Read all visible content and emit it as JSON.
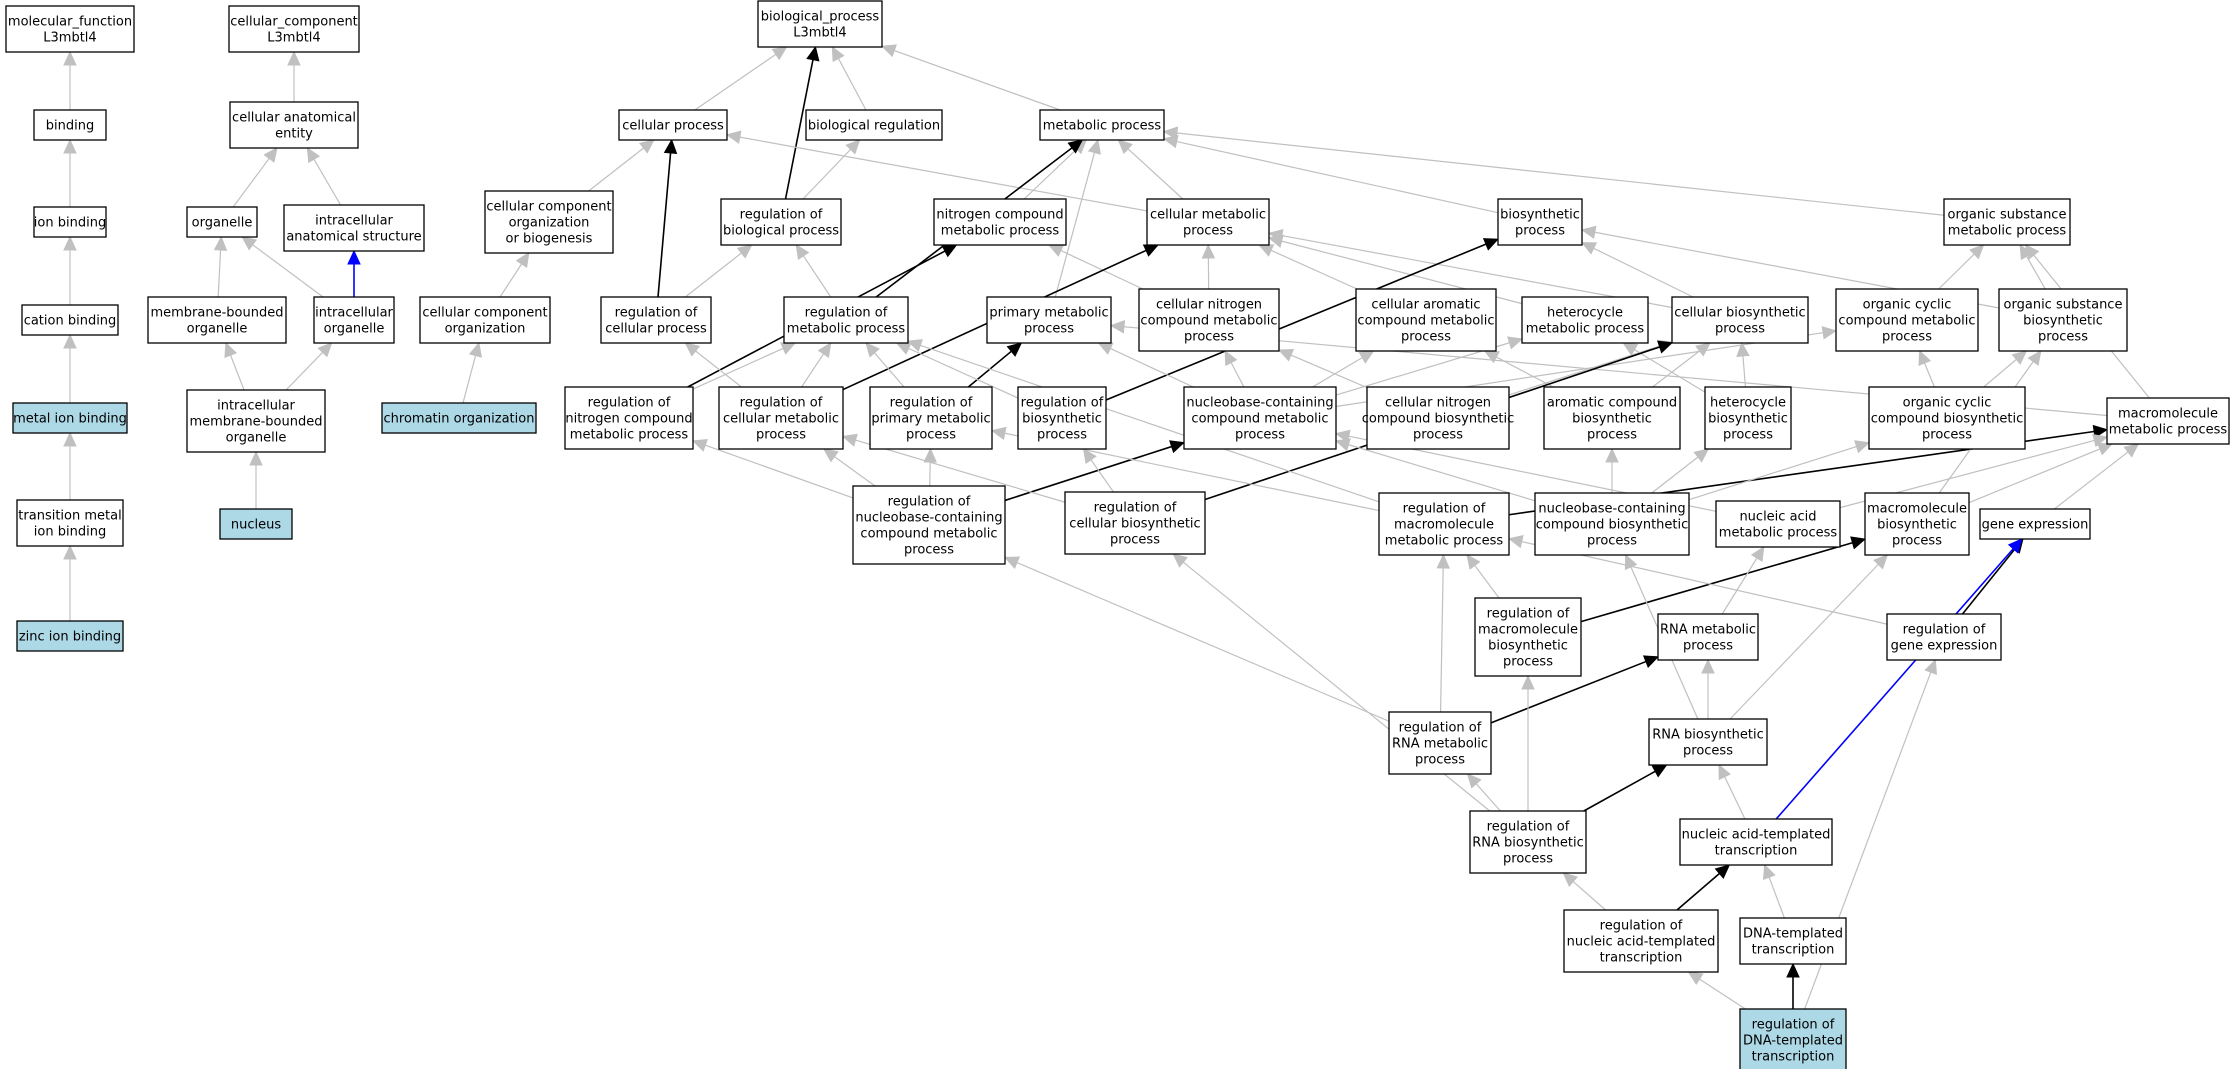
{
  "colors": {
    "node_fill": "#ffffff",
    "node_highlight_fill": "#add8e6",
    "node_stroke": "#000000",
    "edge_is_a": "#c0c0c0",
    "edge_regulates": "#000000",
    "edge_part_of": "#0000ff"
  },
  "nodes": [
    {
      "id": "mf",
      "lines": [
        "molecular_function",
        "L3mbtl4"
      ]
    },
    {
      "id": "binding",
      "lines": [
        "binding"
      ]
    },
    {
      "id": "ionbind",
      "lines": [
        "ion binding"
      ]
    },
    {
      "id": "cationbind",
      "lines": [
        "cation binding"
      ]
    },
    {
      "id": "metalion",
      "lines": [
        "metal ion binding"
      ],
      "highlight": true
    },
    {
      "id": "transmetal",
      "lines": [
        "transition metal",
        "ion binding"
      ]
    },
    {
      "id": "zinc",
      "lines": [
        "zinc ion binding"
      ],
      "highlight": true
    },
    {
      "id": "cc",
      "lines": [
        "cellular_component",
        "L3mbtl4"
      ]
    },
    {
      "id": "cae",
      "lines": [
        "cellular anatomical",
        "entity"
      ]
    },
    {
      "id": "organelle",
      "lines": [
        "organelle"
      ]
    },
    {
      "id": "ias",
      "lines": [
        "intracellular",
        "anatomical structure"
      ]
    },
    {
      "id": "mbo",
      "lines": [
        "membrane-bounded",
        "organelle"
      ]
    },
    {
      "id": "io",
      "lines": [
        "intracellular",
        "organelle"
      ]
    },
    {
      "id": "imbo",
      "lines": [
        "intracellular",
        "membrane-bounded",
        "organelle"
      ]
    },
    {
      "id": "nucleus",
      "lines": [
        "nucleus"
      ],
      "highlight": true
    },
    {
      "id": "bp",
      "lines": [
        "biological_process",
        "L3mbtl4"
      ]
    },
    {
      "id": "cellproc",
      "lines": [
        "cellular process"
      ]
    },
    {
      "id": "bioreg",
      "lines": [
        "biological regulation"
      ]
    },
    {
      "id": "metproc",
      "lines": [
        "metabolic process"
      ]
    },
    {
      "id": "ccob",
      "lines": [
        "cellular component",
        "organization",
        "or biogenesis"
      ]
    },
    {
      "id": "regbio",
      "lines": [
        "regulation of",
        "biological process"
      ]
    },
    {
      "id": "ncmp",
      "lines": [
        "nitrogen compound",
        "metabolic process"
      ]
    },
    {
      "id": "cmp",
      "lines": [
        "cellular metabolic",
        "process"
      ]
    },
    {
      "id": "biosyn",
      "lines": [
        "biosynthetic",
        "process"
      ]
    },
    {
      "id": "osmp",
      "lines": [
        "organic substance",
        "metabolic process"
      ]
    },
    {
      "id": "cco",
      "lines": [
        "cellular component",
        "organization"
      ]
    },
    {
      "id": "regcell",
      "lines": [
        "regulation of",
        "cellular process"
      ]
    },
    {
      "id": "regmet",
      "lines": [
        "regulation of",
        "metabolic process"
      ]
    },
    {
      "id": "pmp",
      "lines": [
        "primary metabolic",
        "process"
      ]
    },
    {
      "id": "cncmp",
      "lines": [
        "cellular nitrogen",
        "compound metabolic",
        "process"
      ]
    },
    {
      "id": "cacmp",
      "lines": [
        "cellular aromatic",
        "compound metabolic",
        "process"
      ]
    },
    {
      "id": "hetmp",
      "lines": [
        "heterocycle",
        "metabolic process"
      ]
    },
    {
      "id": "cbp",
      "lines": [
        "cellular biosynthetic",
        "process"
      ]
    },
    {
      "id": "occmp",
      "lines": [
        "organic cyclic",
        "compound metabolic",
        "process"
      ]
    },
    {
      "id": "osbp",
      "lines": [
        "organic substance",
        "biosynthetic",
        "process"
      ]
    },
    {
      "id": "chromatin",
      "lines": [
        "chromatin organization"
      ],
      "highlight": true
    },
    {
      "id": "regncmp",
      "lines": [
        "regulation of",
        "nitrogen compound",
        "metabolic process"
      ]
    },
    {
      "id": "regcmp",
      "lines": [
        "regulation of",
        "cellular metabolic",
        "process"
      ]
    },
    {
      "id": "regpmp",
      "lines": [
        "regulation of",
        "primary metabolic",
        "process"
      ]
    },
    {
      "id": "regbiosyn",
      "lines": [
        "regulation of",
        "biosynthetic",
        "process"
      ]
    },
    {
      "id": "nbcmp",
      "lines": [
        "nucleobase-containing",
        "compound metabolic",
        "process"
      ]
    },
    {
      "id": "cncbp",
      "lines": [
        "cellular nitrogen",
        "compound biosynthetic",
        "process"
      ]
    },
    {
      "id": "acbp",
      "lines": [
        "aromatic compound",
        "biosynthetic",
        "process"
      ]
    },
    {
      "id": "hetbp",
      "lines": [
        "heterocycle",
        "biosynthetic",
        "process"
      ]
    },
    {
      "id": "occbp",
      "lines": [
        "organic cyclic",
        "compound biosynthetic",
        "process"
      ]
    },
    {
      "id": "macromp",
      "lines": [
        "macromolecule",
        "metabolic process"
      ]
    },
    {
      "id": "regnbcmp",
      "lines": [
        "regulation of",
        "nucleobase-containing",
        "compound metabolic",
        "process"
      ]
    },
    {
      "id": "regcbp",
      "lines": [
        "regulation of",
        "cellular biosynthetic",
        "process"
      ]
    },
    {
      "id": "regmacromp",
      "lines": [
        "regulation of",
        "macromolecule",
        "metabolic process"
      ]
    },
    {
      "id": "nbcbp",
      "lines": [
        "nucleobase-containing",
        "compound biosynthetic",
        "process"
      ]
    },
    {
      "id": "namp",
      "lines": [
        "nucleic acid",
        "metabolic process"
      ]
    },
    {
      "id": "macrobp",
      "lines": [
        "macromolecule",
        "biosynthetic",
        "process"
      ]
    },
    {
      "id": "geneexp",
      "lines": [
        "gene expression"
      ]
    },
    {
      "id": "regmacrobp",
      "lines": [
        "regulation of",
        "macromolecule",
        "biosynthetic",
        "process"
      ]
    },
    {
      "id": "rnamp",
      "lines": [
        "RNA metabolic",
        "process"
      ]
    },
    {
      "id": "reggeneexp",
      "lines": [
        "regulation of",
        "gene expression"
      ]
    },
    {
      "id": "regrnamp",
      "lines": [
        "regulation of",
        "RNA metabolic",
        "process"
      ]
    },
    {
      "id": "rnabp",
      "lines": [
        "RNA biosynthetic",
        "process"
      ]
    },
    {
      "id": "regrnabp",
      "lines": [
        "regulation of",
        "RNA biosynthetic",
        "process"
      ]
    },
    {
      "id": "natt",
      "lines": [
        "nucleic acid-templated",
        "transcription"
      ]
    },
    {
      "id": "regnatt",
      "lines": [
        "regulation of",
        "nucleic acid-templated",
        "transcription"
      ]
    },
    {
      "id": "dnatt",
      "lines": [
        "DNA-templated",
        "transcription"
      ]
    },
    {
      "id": "regdnatt",
      "lines": [
        "regulation of",
        "DNA-templated",
        "transcription"
      ],
      "highlight": true
    }
  ],
  "edges": [
    {
      "from": "binding",
      "to": "mf",
      "type": "is_a"
    },
    {
      "from": "ionbind",
      "to": "binding",
      "type": "is_a"
    },
    {
      "from": "cationbind",
      "to": "ionbind",
      "type": "is_a"
    },
    {
      "from": "metalion",
      "to": "cationbind",
      "type": "is_a"
    },
    {
      "from": "transmetal",
      "to": "metalion",
      "type": "is_a"
    },
    {
      "from": "zinc",
      "to": "transmetal",
      "type": "is_a"
    },
    {
      "from": "cae",
      "to": "cc",
      "type": "is_a"
    },
    {
      "from": "organelle",
      "to": "cae",
      "type": "is_a"
    },
    {
      "from": "ias",
      "to": "cae",
      "type": "is_a"
    },
    {
      "from": "mbo",
      "to": "organelle",
      "type": "is_a"
    },
    {
      "from": "io",
      "to": "organelle",
      "type": "is_a"
    },
    {
      "from": "io",
      "to": "ias",
      "type": "part_of"
    },
    {
      "from": "imbo",
      "to": "mbo",
      "type": "is_a"
    },
    {
      "from": "imbo",
      "to": "io",
      "type": "is_a"
    },
    {
      "from": "nucleus",
      "to": "imbo",
      "type": "is_a"
    },
    {
      "from": "cellproc",
      "to": "bp",
      "type": "is_a"
    },
    {
      "from": "bioreg",
      "to": "bp",
      "type": "is_a"
    },
    {
      "from": "metproc",
      "to": "bp",
      "type": "is_a"
    },
    {
      "from": "regbio",
      "to": "bp",
      "type": "regulates"
    },
    {
      "from": "regbio",
      "to": "bioreg",
      "type": "is_a"
    },
    {
      "from": "ccob",
      "to": "cellproc",
      "type": "is_a"
    },
    {
      "from": "cmp",
      "to": "cellproc",
      "type": "is_a"
    },
    {
      "from": "ncmp",
      "to": "metproc",
      "type": "is_a"
    },
    {
      "from": "cmp",
      "to": "metproc",
      "type": "is_a"
    },
    {
      "from": "biosyn",
      "to": "metproc",
      "type": "is_a"
    },
    {
      "from": "osmp",
      "to": "metproc",
      "type": "is_a"
    },
    {
      "from": "pmp",
      "to": "metproc",
      "type": "is_a"
    },
    {
      "from": "cco",
      "to": "ccob",
      "type": "is_a"
    },
    {
      "from": "regcell",
      "to": "cellproc",
      "type": "regulates"
    },
    {
      "from": "regcell",
      "to": "regbio",
      "type": "is_a"
    },
    {
      "from": "regmet",
      "to": "regbio",
      "type": "is_a"
    },
    {
      "from": "regmet",
      "to": "metproc",
      "type": "regulates"
    },
    {
      "from": "cncmp",
      "to": "cmp",
      "type": "is_a"
    },
    {
      "from": "cncmp",
      "to": "ncmp",
      "type": "is_a"
    },
    {
      "from": "cacmp",
      "to": "cmp",
      "type": "is_a"
    },
    {
      "from": "hetmp",
      "to": "cmp",
      "type": "is_a"
    },
    {
      "from": "cbp",
      "to": "cmp",
      "type": "is_a"
    },
    {
      "from": "cbp",
      "to": "biosyn",
      "type": "is_a"
    },
    {
      "from": "occmp",
      "to": "osmp",
      "type": "is_a"
    },
    {
      "from": "osbp",
      "to": "osmp",
      "type": "is_a"
    },
    {
      "from": "osbp",
      "to": "biosyn",
      "type": "is_a"
    },
    {
      "from": "chromatin",
      "to": "cco",
      "type": "is_a"
    },
    {
      "from": "regncmp",
      "to": "regmet",
      "type": "is_a"
    },
    {
      "from": "regncmp",
      "to": "ncmp",
      "type": "regulates"
    },
    {
      "from": "regcmp",
      "to": "regcell",
      "type": "is_a"
    },
    {
      "from": "regcmp",
      "to": "regmet",
      "type": "is_a"
    },
    {
      "from": "regcmp",
      "to": "cmp",
      "type": "regulates"
    },
    {
      "from": "regpmp",
      "to": "regmet",
      "type": "is_a"
    },
    {
      "from": "regpmp",
      "to": "pmp",
      "type": "regulates"
    },
    {
      "from": "regbiosyn",
      "to": "regmet",
      "type": "is_a"
    },
    {
      "from": "regbiosyn",
      "to": "biosyn",
      "type": "regulates"
    },
    {
      "from": "nbcmp",
      "to": "pmp",
      "type": "is_a"
    },
    {
      "from": "nbcmp",
      "to": "cncmp",
      "type": "is_a"
    },
    {
      "from": "nbcmp",
      "to": "cacmp",
      "type": "is_a"
    },
    {
      "from": "nbcmp",
      "to": "hetmp",
      "type": "is_a"
    },
    {
      "from": "nbcmp",
      "to": "occmp",
      "type": "is_a"
    },
    {
      "from": "cncbp",
      "to": "cncmp",
      "type": "is_a"
    },
    {
      "from": "cncbp",
      "to": "cbp",
      "type": "is_a"
    },
    {
      "from": "acbp",
      "to": "cacmp",
      "type": "is_a"
    },
    {
      "from": "acbp",
      "to": "cbp",
      "type": "is_a"
    },
    {
      "from": "hetbp",
      "to": "hetmp",
      "type": "is_a"
    },
    {
      "from": "hetbp",
      "to": "cbp",
      "type": "is_a"
    },
    {
      "from": "occbp",
      "to": "occmp",
      "type": "is_a"
    },
    {
      "from": "occbp",
      "to": "osbp",
      "type": "is_a"
    },
    {
      "from": "macromp",
      "to": "osmp",
      "type": "is_a"
    },
    {
      "from": "macromp",
      "to": "pmp",
      "type": "is_a"
    },
    {
      "from": "regnbcmp",
      "to": "regncmp",
      "type": "is_a"
    },
    {
      "from": "regnbcmp",
      "to": "regcmp",
      "type": "is_a"
    },
    {
      "from": "regnbcmp",
      "to": "regpmp",
      "type": "is_a"
    },
    {
      "from": "regnbcmp",
      "to": "nbcmp",
      "type": "regulates"
    },
    {
      "from": "regcbp",
      "to": "regcmp",
      "type": "is_a"
    },
    {
      "from": "regcbp",
      "to": "regbiosyn",
      "type": "is_a"
    },
    {
      "from": "regcbp",
      "to": "cbp",
      "type": "regulates"
    },
    {
      "from": "regmacromp",
      "to": "regmet",
      "type": "is_a"
    },
    {
      "from": "regmacromp",
      "to": "regpmp",
      "type": "is_a"
    },
    {
      "from": "regmacromp",
      "to": "macromp",
      "type": "regulates"
    },
    {
      "from": "nbcbp",
      "to": "nbcmp",
      "type": "is_a"
    },
    {
      "from": "nbcbp",
      "to": "acbp",
      "type": "is_a"
    },
    {
      "from": "nbcbp",
      "to": "hetbp",
      "type": "is_a"
    },
    {
      "from": "nbcbp",
      "to": "occbp",
      "type": "is_a"
    },
    {
      "from": "namp",
      "to": "nbcmp",
      "type": "is_a"
    },
    {
      "from": "namp",
      "to": "macromp",
      "type": "is_a"
    },
    {
      "from": "macrobp",
      "to": "macromp",
      "type": "is_a"
    },
    {
      "from": "macrobp",
      "to": "osbp",
      "type": "is_a"
    },
    {
      "from": "geneexp",
      "to": "macromp",
      "type": "is_a"
    },
    {
      "from": "regmacrobp",
      "to": "regmacromp",
      "type": "is_a"
    },
    {
      "from": "regmacrobp",
      "to": "macrobp",
      "type": "regulates"
    },
    {
      "from": "rnamp",
      "to": "namp",
      "type": "is_a"
    },
    {
      "from": "reggeneexp",
      "to": "regmacromp",
      "type": "is_a"
    },
    {
      "from": "reggeneexp",
      "to": "geneexp",
      "type": "regulates"
    },
    {
      "from": "regrnamp",
      "to": "regnbcmp",
      "type": "is_a"
    },
    {
      "from": "regrnamp",
      "to": "regmacromp",
      "type": "is_a"
    },
    {
      "from": "regrnamp",
      "to": "rnamp",
      "type": "regulates"
    },
    {
      "from": "rnabp",
      "to": "rnamp",
      "type": "is_a"
    },
    {
      "from": "rnabp",
      "to": "nbcbp",
      "type": "is_a"
    },
    {
      "from": "rnabp",
      "to": "macrobp",
      "type": "is_a"
    },
    {
      "from": "regrnabp",
      "to": "regrnamp",
      "type": "is_a"
    },
    {
      "from": "regrnabp",
      "to": "regmacrobp",
      "type": "is_a"
    },
    {
      "from": "regrnabp",
      "to": "regcbp",
      "type": "is_a"
    },
    {
      "from": "regrnabp",
      "to": "rnabp",
      "type": "regulates"
    },
    {
      "from": "natt",
      "to": "rnabp",
      "type": "is_a"
    },
    {
      "from": "natt",
      "to": "geneexp",
      "type": "part_of"
    },
    {
      "from": "regnatt",
      "to": "regrnabp",
      "type": "is_a"
    },
    {
      "from": "regnatt",
      "to": "natt",
      "type": "regulates"
    },
    {
      "from": "dnatt",
      "to": "natt",
      "type": "is_a"
    },
    {
      "from": "regdnatt",
      "to": "regnatt",
      "type": "is_a"
    },
    {
      "from": "regdnatt",
      "to": "dnatt",
      "type": "regulates"
    },
    {
      "from": "regdnatt",
      "to": "reggeneexp",
      "type": "is_a"
    }
  ]
}
